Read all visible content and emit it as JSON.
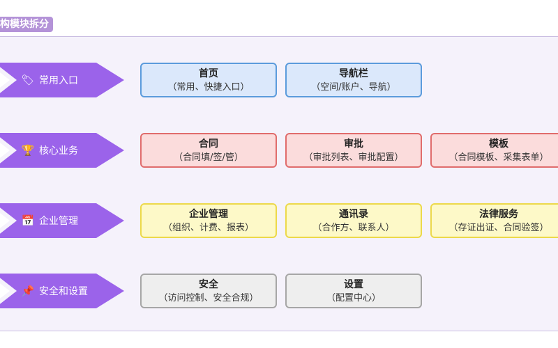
{
  "title": "构模块拆分",
  "rows": [
    {
      "label": "常用入口",
      "icon": "tag-icon",
      "icon_glyph": "🏷",
      "color": "#9b63ea",
      "boxes": [
        {
          "title": "首页",
          "subtitle": "（常用、快捷入口）",
          "style": "blue"
        },
        {
          "title": "导航栏",
          "subtitle": "（空间/账户、导航）",
          "style": "blue"
        }
      ]
    },
    {
      "label": "核心业务",
      "icon": "trophy-icon",
      "icon_glyph": "🏆",
      "color": "#9b63ea",
      "boxes": [
        {
          "title": "合同",
          "subtitle": "（合同填/签/管）",
          "style": "red"
        },
        {
          "title": "审批",
          "subtitle": "（审批列表、审批配置）",
          "style": "red"
        },
        {
          "title": "模板",
          "subtitle": "（合同模板、采集表单）",
          "style": "red"
        }
      ]
    },
    {
      "label": "企业管理",
      "icon": "calendar-icon",
      "icon_glyph": "📅",
      "color": "#9b63ea",
      "boxes": [
        {
          "title": "企业管理",
          "subtitle": "（组织、计费、报表）",
          "style": "yellow"
        },
        {
          "title": "通讯录",
          "subtitle": "（合作方、联系人）",
          "style": "yellow"
        },
        {
          "title": "法律服务",
          "subtitle": "（存证出证、合同验签）",
          "style": "yellow"
        }
      ]
    },
    {
      "label": "安全和设置",
      "icon": "pin-icon",
      "icon_glyph": "📌",
      "color": "#9b63ea",
      "boxes": [
        {
          "title": "安全",
          "subtitle": "（访问控制、安全合规）",
          "style": "gray"
        },
        {
          "title": "设置",
          "subtitle": "（配置中心）",
          "style": "gray"
        }
      ]
    }
  ]
}
